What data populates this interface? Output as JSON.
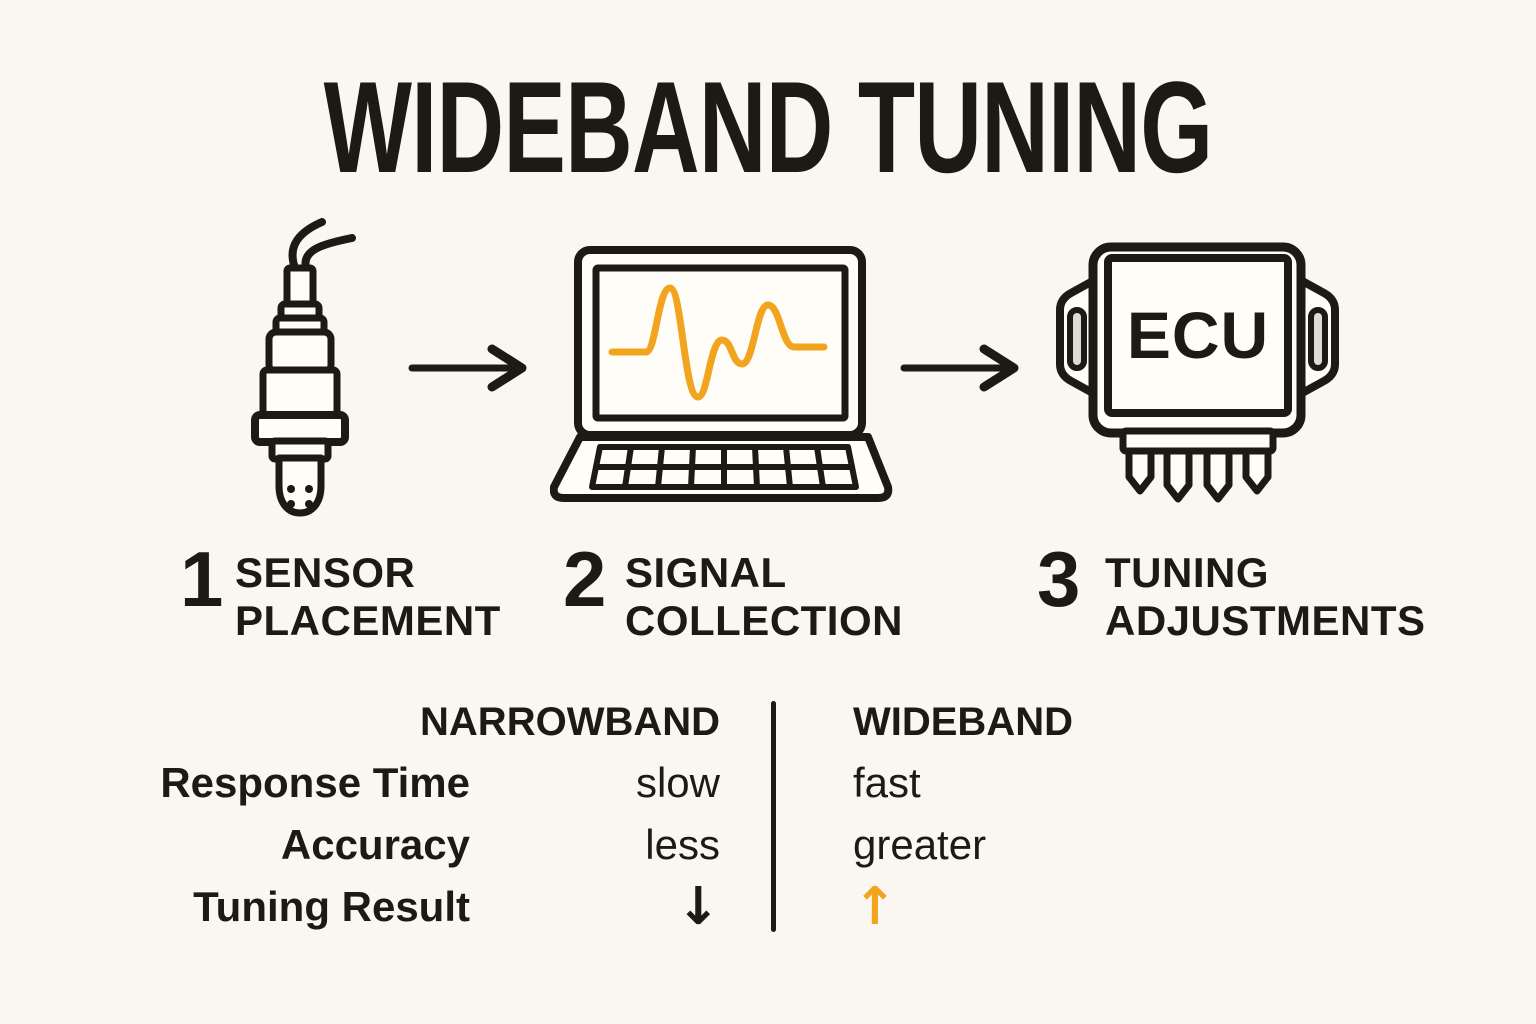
{
  "title": "WIDEBAND TUNING",
  "colors": {
    "background": "#faf7f1",
    "ink": "#1d1a16",
    "accent": "#f2a41f"
  },
  "icons": {
    "step1": "oxygen-sensor-icon",
    "step2": "laptop-signal-icon",
    "step3": "ecu-chip-icon",
    "flow_connector": "arrow-right-icon",
    "narrowband_result": "down-arrow-icon",
    "wideband_result": "up-arrow-icon"
  },
  "ecu_label": "ECU",
  "steps": [
    {
      "number": "1",
      "label_line1": "SENSOR",
      "label_line2": "PLACEMENT"
    },
    {
      "number": "2",
      "label_line1": "SIGNAL",
      "label_line2": "COLLECTION"
    },
    {
      "number": "3",
      "label_line1": "TUNING",
      "label_line2": "ADJUSTMENTS"
    }
  ],
  "comparison": {
    "columns": [
      "NARROWBAND",
      "WIDEBAND"
    ],
    "rows": [
      {
        "label": "Response Time",
        "narrowband": "slow",
        "wideband": "fast"
      },
      {
        "label": "Accuracy",
        "narrowband": "less",
        "wideband": "greater"
      },
      {
        "label": "Tuning Result",
        "narrowband": "↓",
        "wideband": "↑"
      }
    ]
  }
}
